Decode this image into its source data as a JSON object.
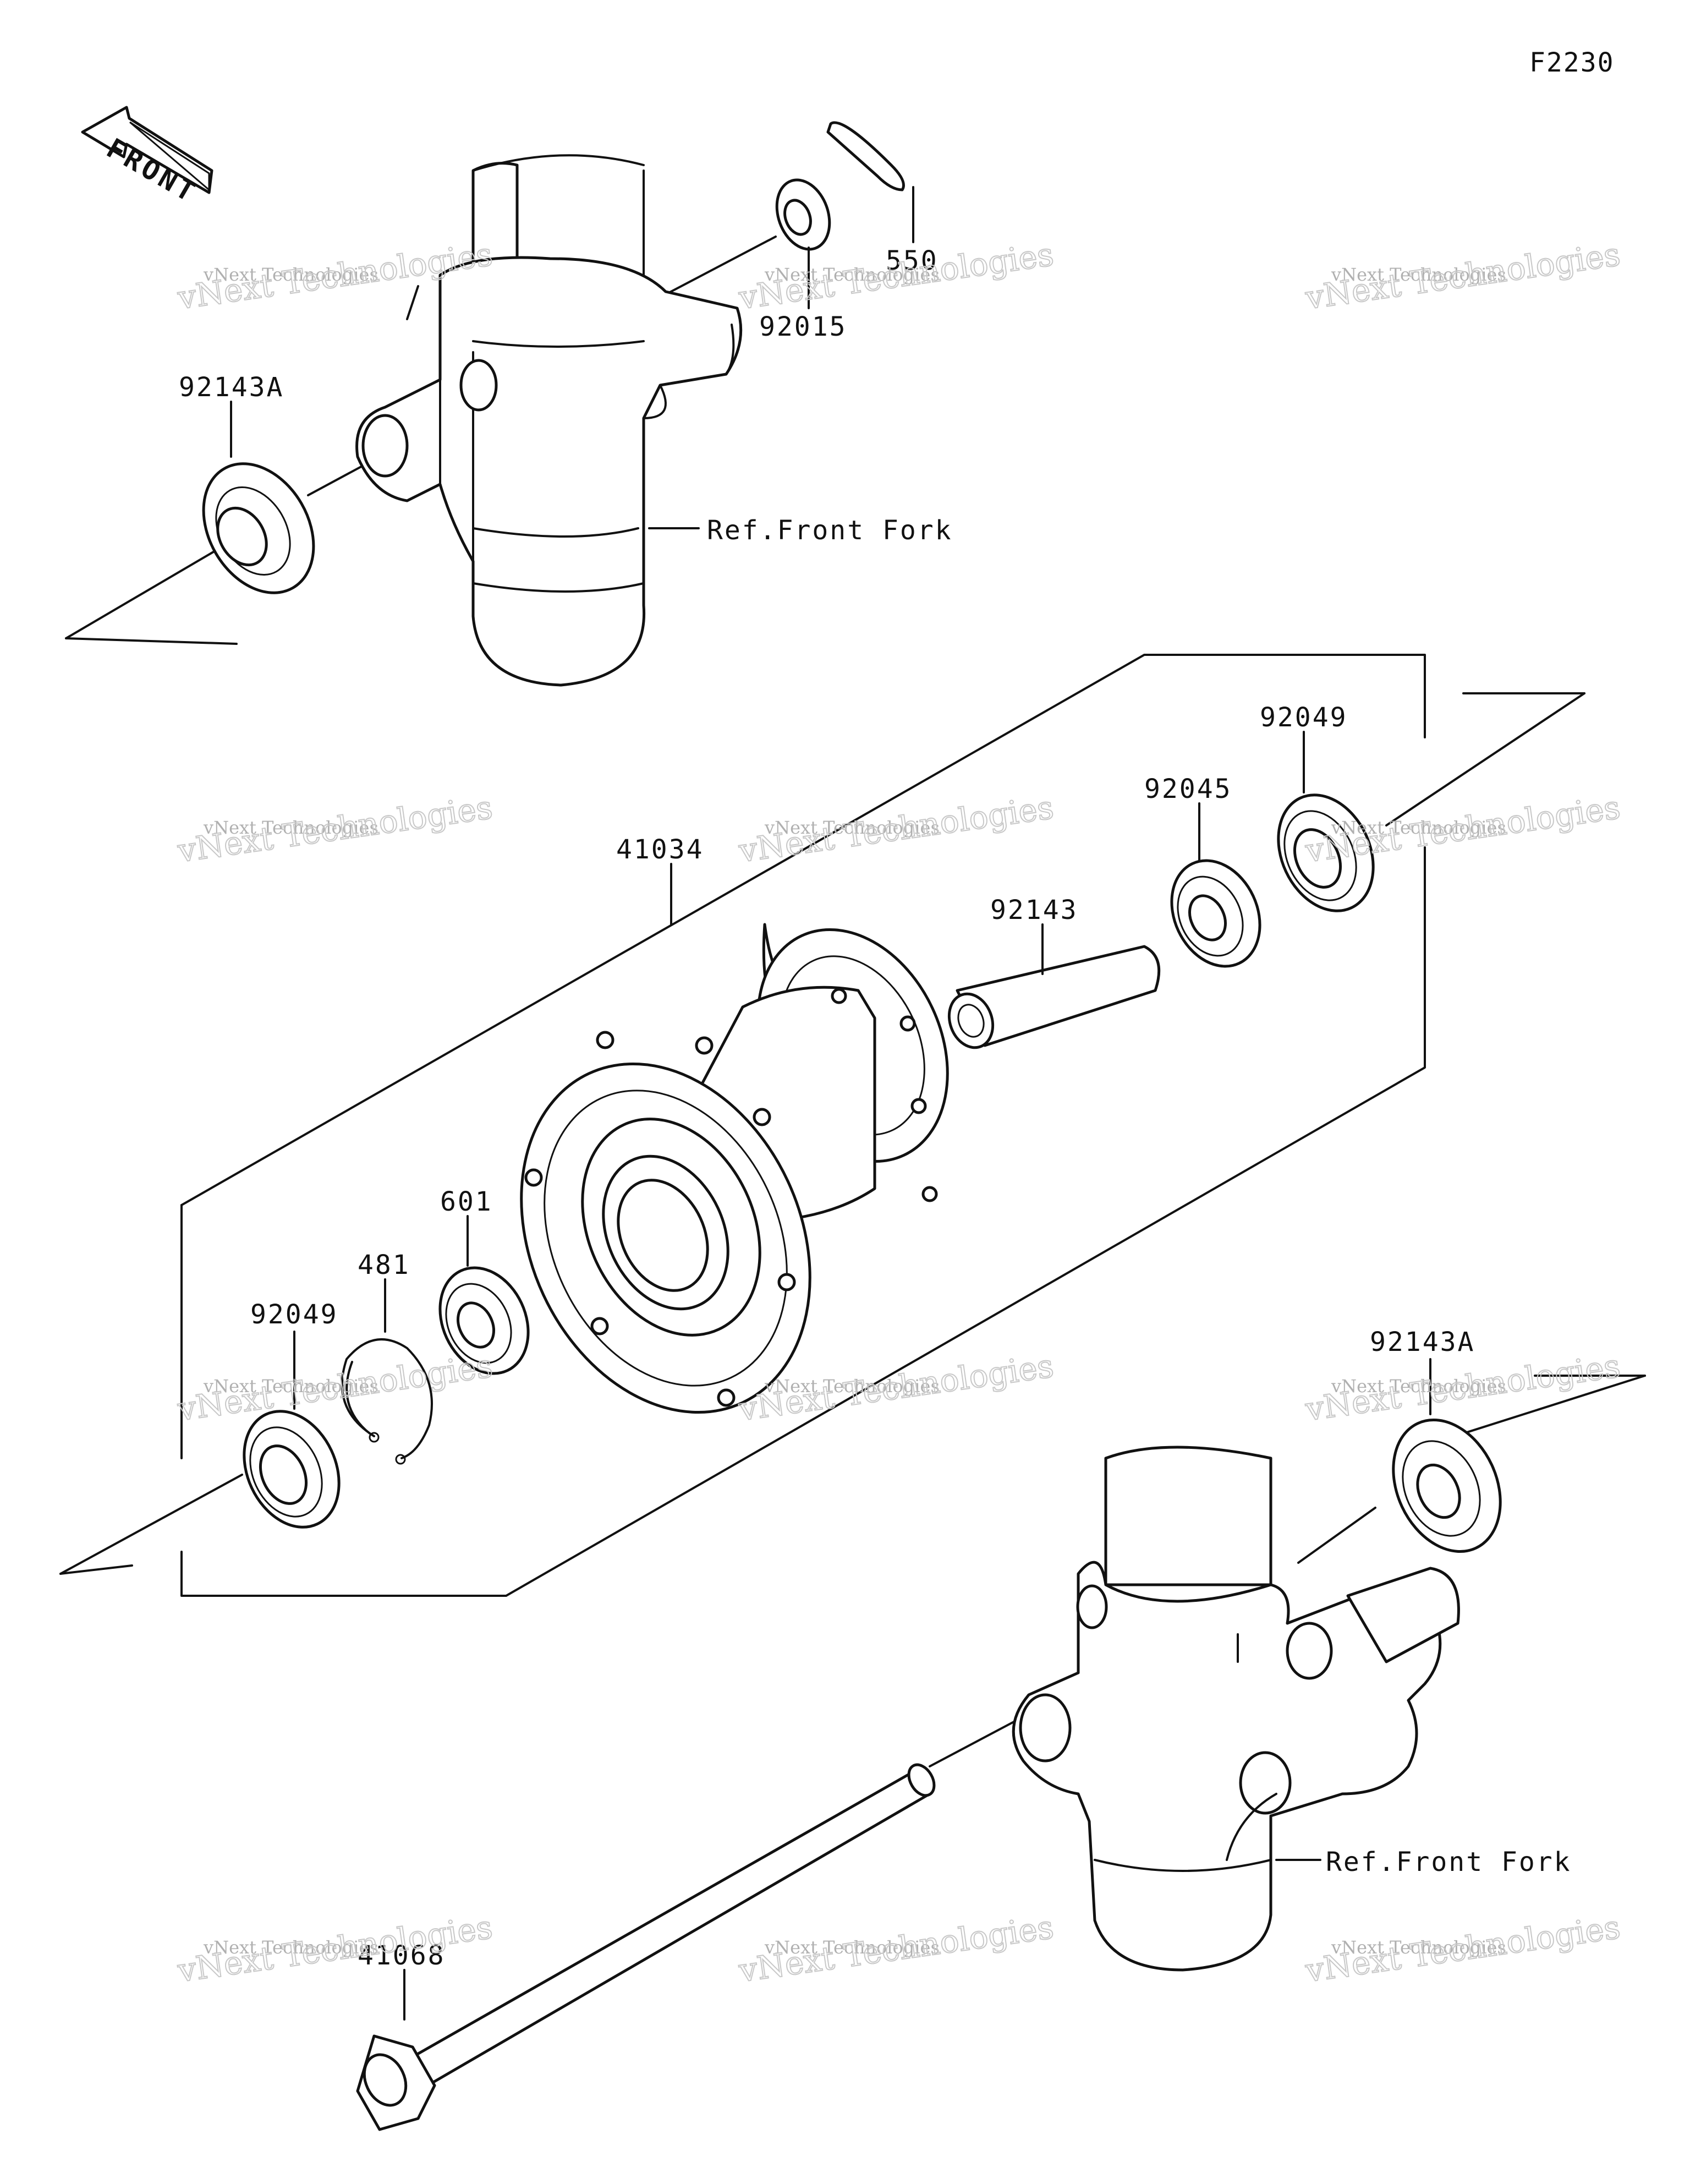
{
  "figure_id": "F2230",
  "front_label": "FRONT",
  "watermark": {
    "line1": "vNext Technologies",
    "line2": "vNext Technologies"
  },
  "parts": [
    {
      "id": "p550",
      "number": "550"
    },
    {
      "id": "p92015",
      "number": "92015"
    },
    {
      "id": "p92143a-top",
      "number": "92143A"
    },
    {
      "id": "p41034",
      "number": "41034"
    },
    {
      "id": "p92049-right",
      "number": "92049"
    },
    {
      "id": "p92045",
      "number": "92045"
    },
    {
      "id": "p92143",
      "number": "92143"
    },
    {
      "id": "p601",
      "number": "601"
    },
    {
      "id": "p481",
      "number": "481"
    },
    {
      "id": "p92049-left",
      "number": "92049"
    },
    {
      "id": "p92143a-bottom",
      "number": "92143A"
    },
    {
      "id": "p41068",
      "number": "41068"
    }
  ],
  "references": [
    {
      "id": "ref-top",
      "text": "Ref.Front Fork"
    },
    {
      "id": "ref-bottom",
      "text": "Ref.Front Fork"
    }
  ]
}
